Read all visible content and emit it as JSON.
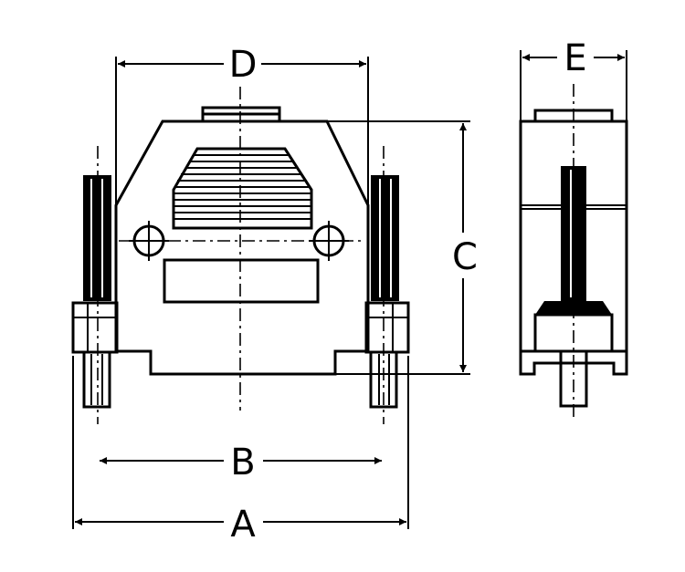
{
  "dimensions": {
    "a": "A",
    "b": "B",
    "c": "C",
    "d": "D",
    "e": "E"
  },
  "colors": {
    "ink": "#000000",
    "paper": "#ffffff"
  }
}
